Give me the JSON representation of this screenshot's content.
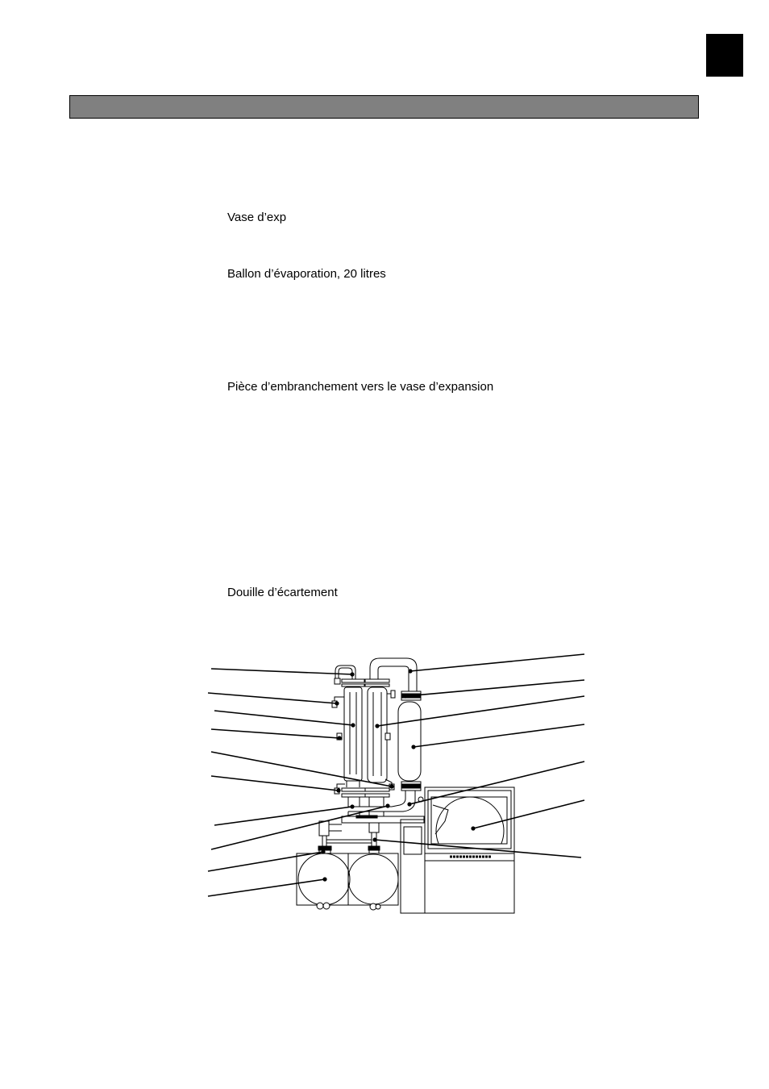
{
  "page": {
    "tab_color": "#000000",
    "header_bar_color": "#808080"
  },
  "text_lines": {
    "line1": "Vase d’exp",
    "line2": "Ballon d’évaporation, 20 litres",
    "line3": "Pièce d’embranchement vers le vase d’expansion",
    "line4": "Douille d’écartement"
  }
}
